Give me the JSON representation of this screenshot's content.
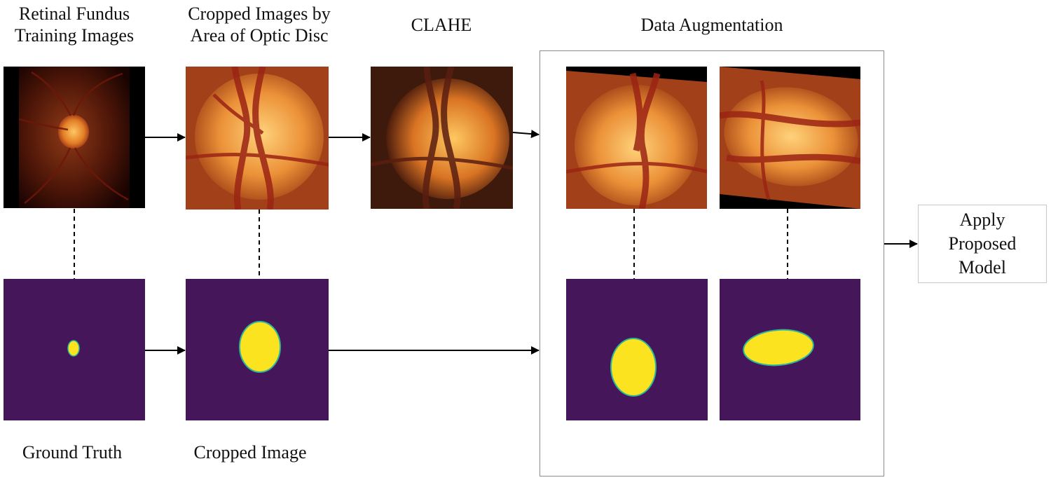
{
  "labels": {
    "col1_line1": "Retinal Fundus",
    "col1_line2": "Training Images",
    "col2_line1": "Cropped Images by",
    "col2_line2": "Area of Optic Disc",
    "col3": "CLAHE",
    "col4": "Data Augmentation",
    "ground_truth": "Ground Truth",
    "cropped_image": "Cropped Image"
  },
  "apply_box": {
    "line1": "Apply",
    "line2": "Proposed",
    "line3": "Model"
  },
  "colors": {
    "mask_background": "#45175a",
    "mask_disc": "#fbe31f",
    "mask_disc_edge": "#2fb59a",
    "fundus_orange": "#d9701e",
    "vessel": "#8c1f12",
    "arrow": "#000000"
  },
  "images": [
    {
      "name": "retinal-fundus-image",
      "kind": "full fundus"
    },
    {
      "name": "cropped-optic-disc-image",
      "kind": "cropped fundus"
    },
    {
      "name": "clahe-image",
      "kind": "contrast-enhanced fundus"
    },
    {
      "name": "augmented-rotated-image-1",
      "kind": "augmented fundus"
    },
    {
      "name": "augmented-rotated-image-2",
      "kind": "augmented fundus"
    },
    {
      "name": "ground-truth-mask",
      "kind": "segmentation mask"
    },
    {
      "name": "cropped-mask",
      "kind": "segmentation mask"
    },
    {
      "name": "augmented-mask-1",
      "kind": "segmentation mask"
    },
    {
      "name": "augmented-mask-2",
      "kind": "segmentation mask"
    }
  ]
}
